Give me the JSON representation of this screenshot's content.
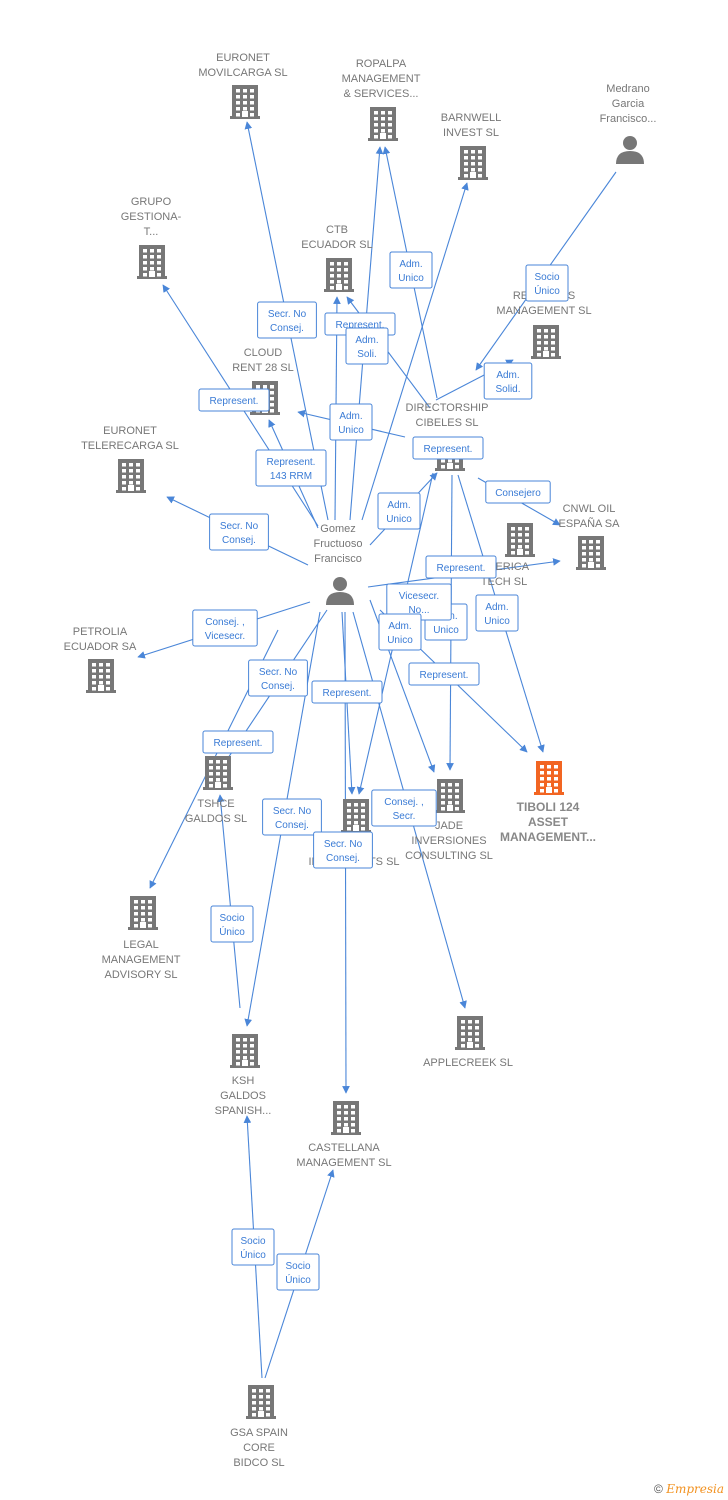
{
  "colors": {
    "edge": "#4a86d8",
    "company": "#777777",
    "focus": "#f26522",
    "person": "#777777",
    "label": "#777777"
  },
  "nodes": [
    {
      "id": "euronet_movil",
      "type": "company",
      "lines": [
        "EURONET",
        "MOVILCARGA SL"
      ]
    },
    {
      "id": "ropalpa",
      "type": "company",
      "lines": [
        "ROPALPA",
        "MANAGEMENT",
        "& SERVICES..."
      ]
    },
    {
      "id": "barnwell",
      "type": "company",
      "lines": [
        "BARNWELL",
        "INVEST SL"
      ]
    },
    {
      "id": "medrano",
      "type": "person",
      "lines": [
        "Medrano",
        "Garcia",
        "Francisco..."
      ]
    },
    {
      "id": "grupo",
      "type": "company",
      "lines": [
        "GRUPO",
        "GESTIONA-",
        "T..."
      ]
    },
    {
      "id": "ctb",
      "type": "company",
      "lines": [
        "CTB",
        "ECUADOR SL"
      ]
    },
    {
      "id": "recursos",
      "type": "company",
      "lines": [
        "RECURSOS",
        "MANAGEMENT SL"
      ]
    },
    {
      "id": "cloud",
      "type": "company",
      "lines": [
        "CLOUD",
        "RENT 28 SL"
      ]
    },
    {
      "id": "directorship",
      "type": "company",
      "lines": [
        "DIRECTORSHIP",
        "CIBELES SL"
      ]
    },
    {
      "id": "euronet_tele",
      "type": "company",
      "lines": [
        "EURONET",
        "TELERECARGA SL"
      ]
    },
    {
      "id": "gomez",
      "type": "person",
      "lines": [
        "Gomez",
        "Fructuoso",
        "Francisco"
      ]
    },
    {
      "id": "cnwl",
      "type": "company",
      "lines": [
        "CNWL OIL",
        "ESPAÑA SA"
      ]
    },
    {
      "id": "america",
      "type": "company",
      "lines": [
        "AMERICA",
        "TECH SL"
      ]
    },
    {
      "id": "petrolia",
      "type": "company",
      "lines": [
        "PETROLIA",
        "ECUADOR SA"
      ]
    },
    {
      "id": "tshce",
      "type": "company",
      "lines": [
        "TSHCE",
        "GALDOS SL"
      ]
    },
    {
      "id": "tiboli",
      "type": "focus",
      "lines": [
        "TIBOLI 124",
        "ASSET",
        "MANAGEMENT..."
      ]
    },
    {
      "id": "jade",
      "type": "company",
      "lines": [
        "JADE",
        "INVERSIONES",
        "CONSULTING SL"
      ]
    },
    {
      "id": "inverpoints",
      "type": "company",
      "lines": [
        "INVERPOINTS SL"
      ]
    },
    {
      "id": "legal",
      "type": "company",
      "lines": [
        "LEGAL",
        "MANAGEMENT",
        "ADVISORY SL"
      ]
    },
    {
      "id": "applecreek",
      "type": "company",
      "lines": [
        "APPLECREEK SL"
      ]
    },
    {
      "id": "ksh",
      "type": "company",
      "lines": [
        "KSH",
        "GALDOS",
        "SPANISH..."
      ]
    },
    {
      "id": "castellana",
      "type": "company",
      "lines": [
        "CASTELLANA",
        "MANAGEMENT SL"
      ]
    },
    {
      "id": "gsa",
      "type": "company",
      "lines": [
        "GSA SPAIN",
        "CORE",
        "BIDCO SL"
      ]
    }
  ],
  "edges": [
    {
      "from": "gomez",
      "to": "euronet_movil",
      "label": [
        "Secr. No",
        "Consej."
      ]
    },
    {
      "from": "gomez",
      "to": "ropalpa",
      "label": [
        "Adm.",
        "Unico"
      ]
    },
    {
      "from": "directorship",
      "to": "ropalpa",
      "label": [
        "Adm.",
        "Unico"
      ]
    },
    {
      "from": "gomez",
      "to": "barnwell",
      "label": [
        "Adm.",
        "Unico"
      ]
    },
    {
      "from": "medrano",
      "to": "recursos",
      "label": [
        "Socio",
        "Único"
      ]
    },
    {
      "from": "gomez",
      "to": "grupo",
      "label": [
        "Represent."
      ]
    },
    {
      "from": "gomez",
      "to": "ctb",
      "label": [
        "Represent."
      ]
    },
    {
      "from": "directorship",
      "to": "ctb",
      "label": [
        "Adm.",
        "Soli."
      ]
    },
    {
      "from": "directorship",
      "to": "recursos",
      "label": [
        "Adm.",
        "Solid."
      ]
    },
    {
      "from": "gomez",
      "to": "cloud",
      "label": [
        "Represent.",
        "143 RRM"
      ]
    },
    {
      "from": "directorship",
      "to": "cloud",
      "label": [
        "Adm.",
        "Unico"
      ]
    },
    {
      "from": "gomez",
      "to": "euronet_tele",
      "label": [
        "Secr. No",
        "Consej."
      ]
    },
    {
      "from": "gomez",
      "to": "directorship",
      "label": [
        "Represent."
      ]
    },
    {
      "from": "directorship",
      "to": "cnwl",
      "label": [
        "Consejero"
      ]
    },
    {
      "from": "gomez",
      "to": "america",
      "label": [
        "Represent."
      ]
    },
    {
      "from": "gomez",
      "to": "petrolia",
      "label": [
        "Consej. ,",
        "Vicesecr."
      ]
    },
    {
      "from": "gomez",
      "to": "tshce",
      "label": [
        "Represent."
      ]
    },
    {
      "from": "gomez",
      "to": "tiboli",
      "label": [
        "Represent."
      ]
    },
    {
      "from": "directorship",
      "to": "tiboli",
      "label": [
        "Adm.",
        "Unico"
      ]
    },
    {
      "from": "directorship",
      "to": "jade",
      "label": [
        "Adm.",
        "Unico"
      ]
    },
    {
      "from": "gomez",
      "to": "jade",
      "label": [
        "Vicesecr.",
        "No..."
      ]
    },
    {
      "from": "gomez",
      "to": "inverpoints",
      "label": [
        "Represent."
      ]
    },
    {
      "from": "directorship",
      "to": "inverpoints",
      "label": [
        "Adm.",
        "Unico"
      ]
    },
    {
      "from": "tshce",
      "to": "legal",
      "label": [
        "Secr. No",
        "Consej."
      ]
    },
    {
      "from": "gomez",
      "to": "applecreek",
      "label": [
        "Consej. ,",
        "Secr."
      ]
    },
    {
      "from": "tshce",
      "to": "ksh",
      "label": [
        "Socio",
        "Único"
      ]
    },
    {
      "from": "gomez",
      "to": "ksh",
      "label": [
        "Secr. No",
        "Consej."
      ]
    },
    {
      "from": "gomez",
      "to": "castellana",
      "label": [
        "Secr. No",
        "Consej."
      ]
    },
    {
      "from": "gsa",
      "to": "ksh",
      "label": [
        "Socio",
        "Único"
      ]
    },
    {
      "from": "gsa",
      "to": "castellana",
      "label": [
        "Socio",
        "Único"
      ]
    }
  ],
  "footer": {
    "copyright": "©",
    "brand": "Empresia"
  }
}
